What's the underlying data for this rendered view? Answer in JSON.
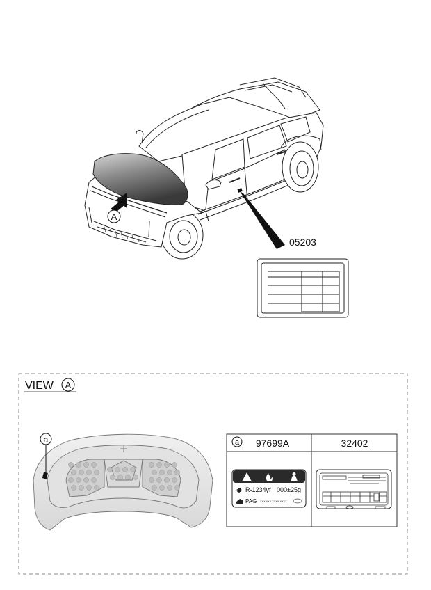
{
  "callouts": {
    "hood_view_marker": "A",
    "door_label_part": "05203"
  },
  "view_panel": {
    "title": "VIEW",
    "view_letter": "A",
    "hood_ref_letter": "a"
  },
  "label_table": {
    "ref_letter": "a",
    "col1_part": "97699A",
    "col2_part": "32402",
    "refrigerant_text": "R-1234yf",
    "charge_text": "000±25g",
    "oil_text": "PAG",
    "fine_print": "XXX XXX XXXX XXXX"
  }
}
